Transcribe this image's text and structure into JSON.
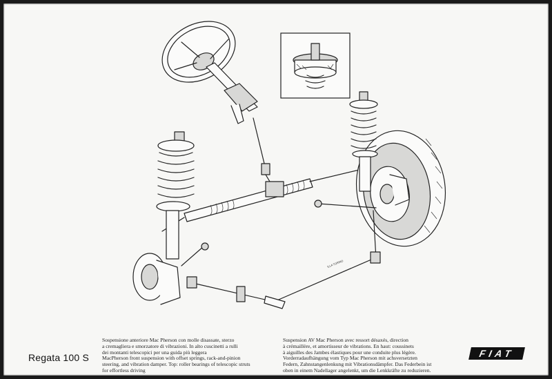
{
  "model_title": "Regata 100 S",
  "logo_text": "FIAT",
  "stamp_text": "ILLA TORINO",
  "caption_it_en": [
    "Sospensione anteriore Mac Pherson con molle disassate, sterzo",
    "a cremagliera e smorzatore di vibrazioni. In alto cuscinetti a rulli",
    "dei montanti telescopici per una guida più leggera",
    "MacPherson front suspension with offset springs, rack-and-pinion",
    "steering, and vibration damper.  Top: roller bearings of telescopic struts",
    "for effortless driving"
  ],
  "caption_fr_de": [
    "Suspension AV Mac Pherson avec ressort désaxés, direction",
    "à crémaillère, et amortisseur de vibrations.  En haut: coussinets",
    "à aiguilles des Jambes élastiques pour une conduite plus légère.",
    "Vorderradaufhängung vom Typ Mac Pherson mit achsversetzten",
    "Federn, Zahnstangenlenkung mit Vibrationsdämpfer. Das Federbein ist",
    "oben in einem Nadellager angelenkt, um die Lenkkräfte zu reduzieren."
  ],
  "colors": {
    "paper": "#f7f7f5",
    "ink": "#222222",
    "frame": "#1a1a1a"
  }
}
